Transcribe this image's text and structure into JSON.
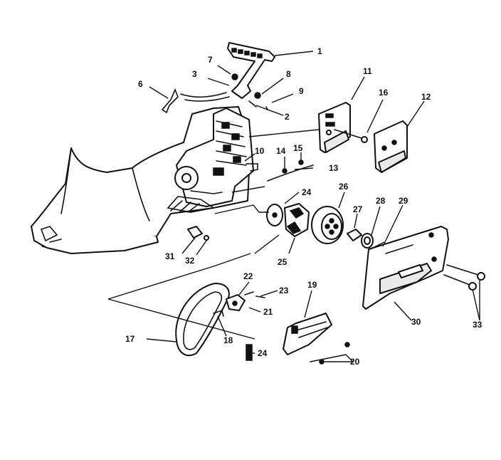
{
  "callouts": [
    {
      "id": "1",
      "label": "1"
    },
    {
      "id": "2",
      "label": "2"
    },
    {
      "id": "3",
      "label": "3"
    },
    {
      "id": "6",
      "label": "6"
    },
    {
      "id": "7",
      "label": "7"
    },
    {
      "id": "8",
      "label": "8"
    },
    {
      "id": "9",
      "label": "9"
    },
    {
      "id": "10",
      "label": "10"
    },
    {
      "id": "11",
      "label": "11"
    },
    {
      "id": "12",
      "label": "12"
    },
    {
      "id": "13",
      "label": "13"
    },
    {
      "id": "14",
      "label": "14"
    },
    {
      "id": "15",
      "label": "15"
    },
    {
      "id": "16",
      "label": "16"
    },
    {
      "id": "17",
      "label": "17"
    },
    {
      "id": "18",
      "label": "18"
    },
    {
      "id": "19",
      "label": "19"
    },
    {
      "id": "20",
      "label": "20"
    },
    {
      "id": "21",
      "label": "21"
    },
    {
      "id": "22",
      "label": "22"
    },
    {
      "id": "23",
      "label": "23"
    },
    {
      "id": "24a",
      "label": "24"
    },
    {
      "id": "24b",
      "label": "24"
    },
    {
      "id": "25",
      "label": "25"
    },
    {
      "id": "26",
      "label": "26"
    },
    {
      "id": "27",
      "label": "27"
    },
    {
      "id": "28",
      "label": "28"
    },
    {
      "id": "29",
      "label": "29"
    },
    {
      "id": "30",
      "label": "30"
    },
    {
      "id": "31",
      "label": "31"
    },
    {
      "id": "32",
      "label": "32"
    },
    {
      "id": "33",
      "label": "33"
    }
  ]
}
